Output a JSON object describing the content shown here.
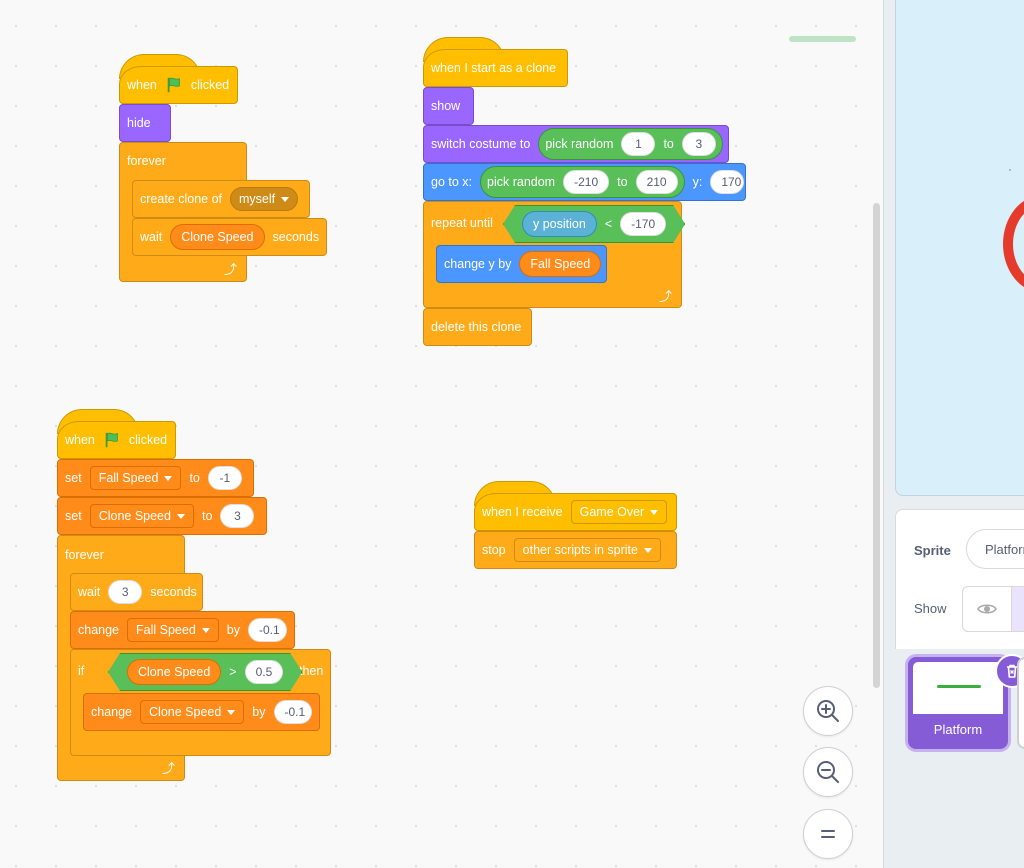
{
  "script1": {
    "when": "when",
    "clicked": "clicked",
    "hide": "hide",
    "forever": "forever",
    "create_clone_of": "create clone of",
    "myself": "myself",
    "wait": "wait",
    "clone_speed": "Clone Speed",
    "seconds": "seconds"
  },
  "script2": {
    "when_start_clone": "when I start as a clone",
    "show": "show",
    "switch_costume": "switch costume to",
    "pick_random": "pick random",
    "costume_from": "1",
    "to": "to",
    "costume_to": "3",
    "go_to_x": "go to x:",
    "x_from": "-210",
    "x_to": "210",
    "y_label": "y:",
    "y_value": "170",
    "repeat_until": "repeat until",
    "y_position": "y position",
    "lt": "<",
    "limit": "-170",
    "change_y_by": "change y by",
    "fall_speed": "Fall Speed",
    "delete_clone": "delete this clone"
  },
  "script3": {
    "when": "when",
    "clicked": "clicked",
    "set": "set",
    "fall_speed": "Fall Speed",
    "to": "to",
    "fall_value": "-1",
    "clone_speed": "Clone Speed",
    "clone_value": "3",
    "forever": "forever",
    "wait": "wait",
    "wait_value": "3",
    "seconds": "seconds",
    "change": "change",
    "by": "by",
    "change_fall_value": "-0.1",
    "if": "if",
    "gt": ">",
    "threshold": "0.5",
    "then": "then",
    "change_clone_value": "-0.1"
  },
  "script4": {
    "when_receive": "when I receive",
    "message": "Game Over",
    "stop": "stop",
    "stop_option": "other scripts in sprite"
  },
  "sprite_panel": {
    "sprite_label": "Sprite",
    "sprite_name": "Platform",
    "show_label": "Show",
    "tile_name": "Platform"
  },
  "colors": {
    "events": "#ffbf00",
    "control": "#ffab19",
    "looks": "#9966ff",
    "motion": "#4c97ff",
    "variables": "#ff8c1a",
    "operators": "#59c059",
    "sensing": "#5cb1d6"
  }
}
